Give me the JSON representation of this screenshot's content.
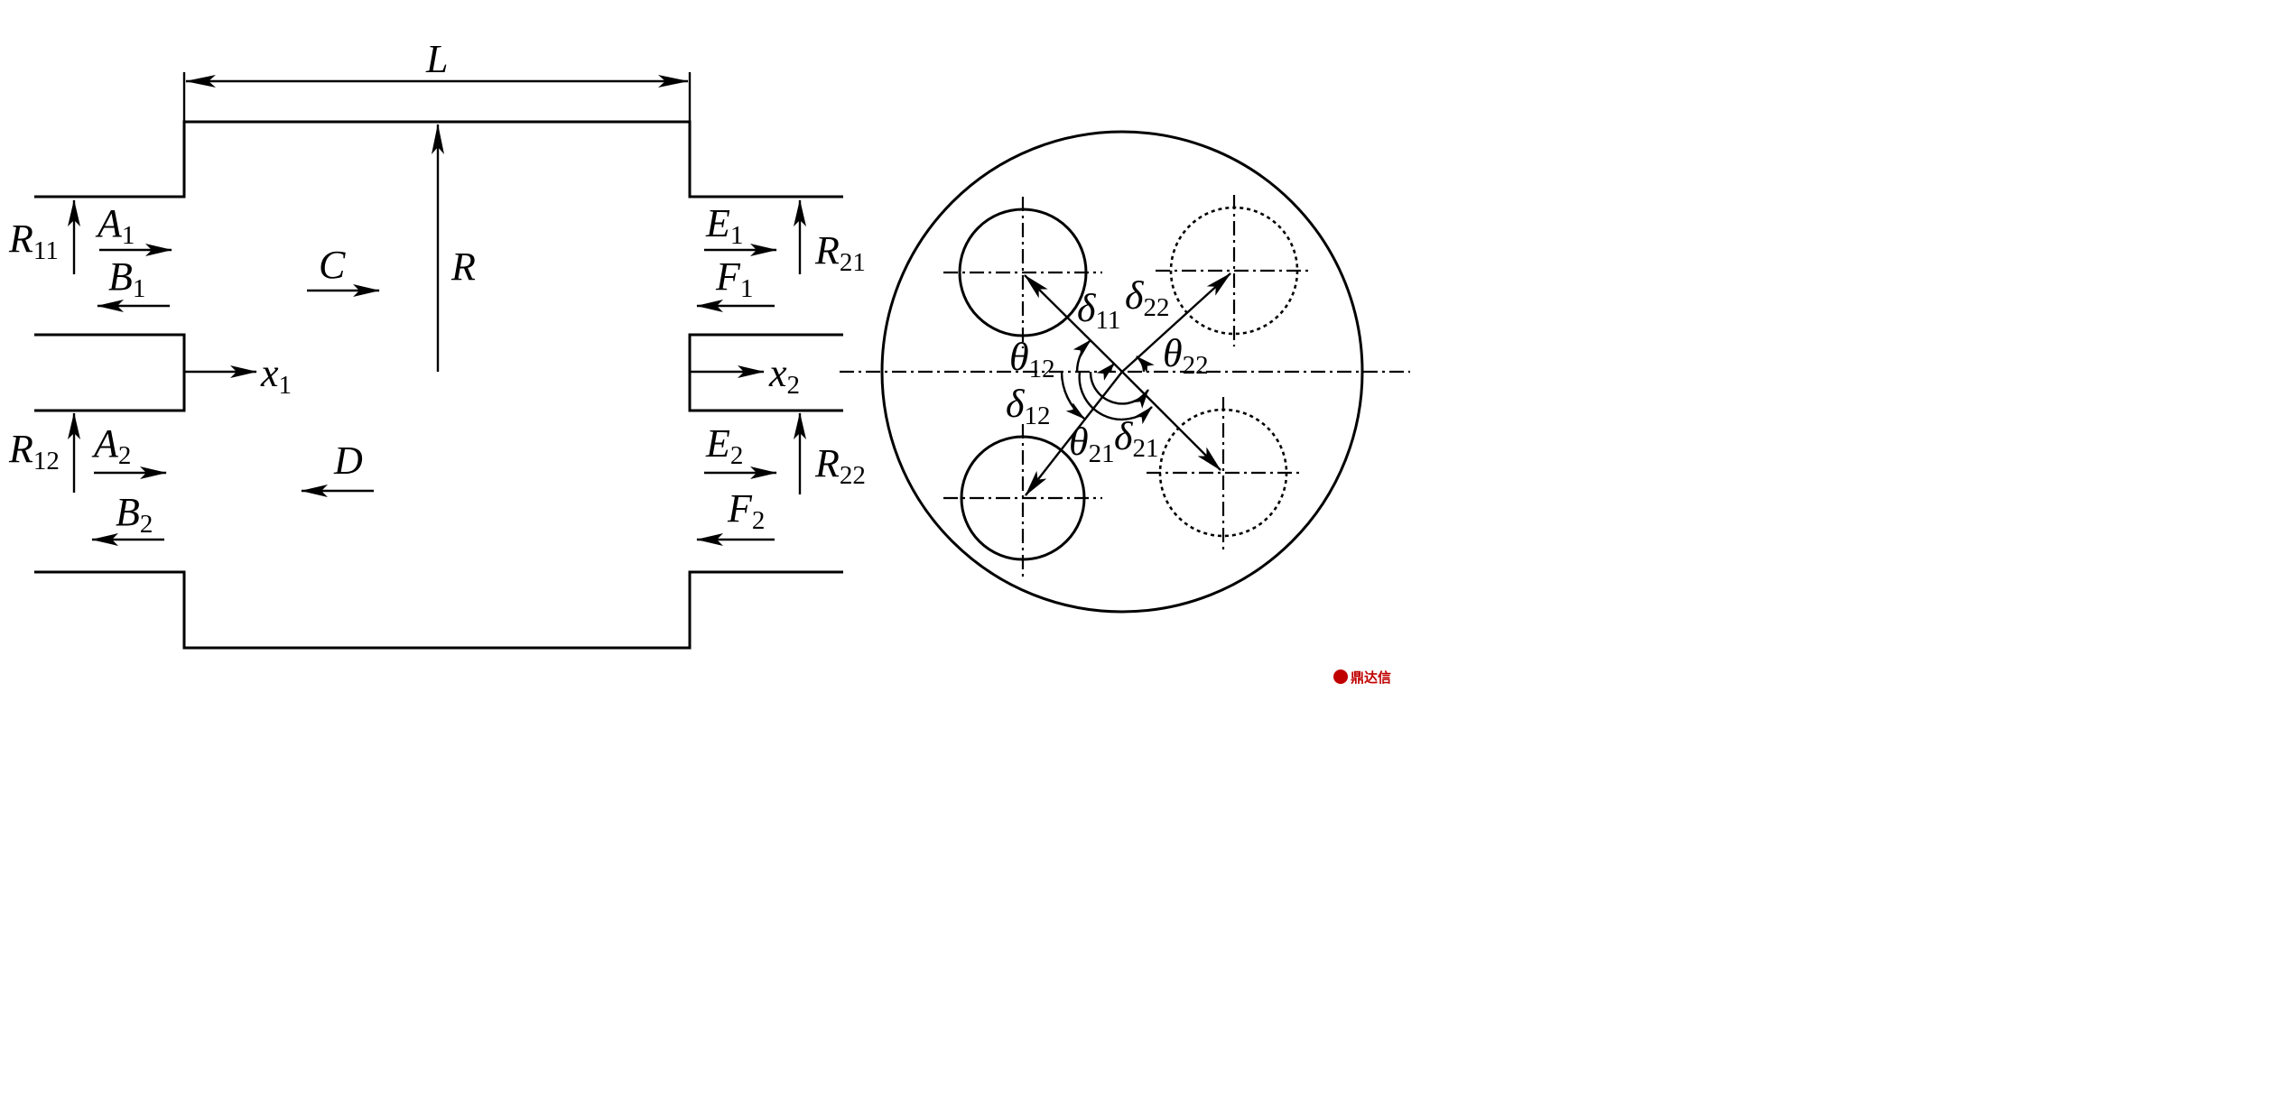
{
  "labels": {
    "L": "L",
    "R": "R",
    "C": "C",
    "D": "D",
    "A1": {
      "main": "A",
      "sub": "1"
    },
    "A2": {
      "main": "A",
      "sub": "2"
    },
    "B1": {
      "main": "B",
      "sub": "1"
    },
    "B2": {
      "main": "B",
      "sub": "2"
    },
    "E1": {
      "main": "E",
      "sub": "1"
    },
    "E2": {
      "main": "E",
      "sub": "2"
    },
    "F1": {
      "main": "F",
      "sub": "1"
    },
    "F2": {
      "main": "F",
      "sub": "2"
    },
    "x1": {
      "main": "x",
      "sub": "1"
    },
    "x2": {
      "main": "x",
      "sub": "2"
    },
    "R11": {
      "main": "R",
      "sub": "11"
    },
    "R12": {
      "main": "R",
      "sub": "12"
    },
    "R21": {
      "main": "R",
      "sub": "21"
    },
    "R22": {
      "main": "R",
      "sub": "22"
    },
    "delta11": {
      "main": "δ",
      "sub": "11"
    },
    "delta12": {
      "main": "δ",
      "sub": "12"
    },
    "delta21": {
      "main": "δ",
      "sub": "21"
    },
    "delta22": {
      "main": "δ",
      "sub": "22"
    },
    "theta12": {
      "main": "θ",
      "sub": "12"
    },
    "theta21": {
      "main": "θ",
      "sub": "21"
    },
    "theta22": {
      "main": "θ",
      "sub": "22"
    }
  },
  "watermark": {
    "logo_text": "鼎达信"
  }
}
